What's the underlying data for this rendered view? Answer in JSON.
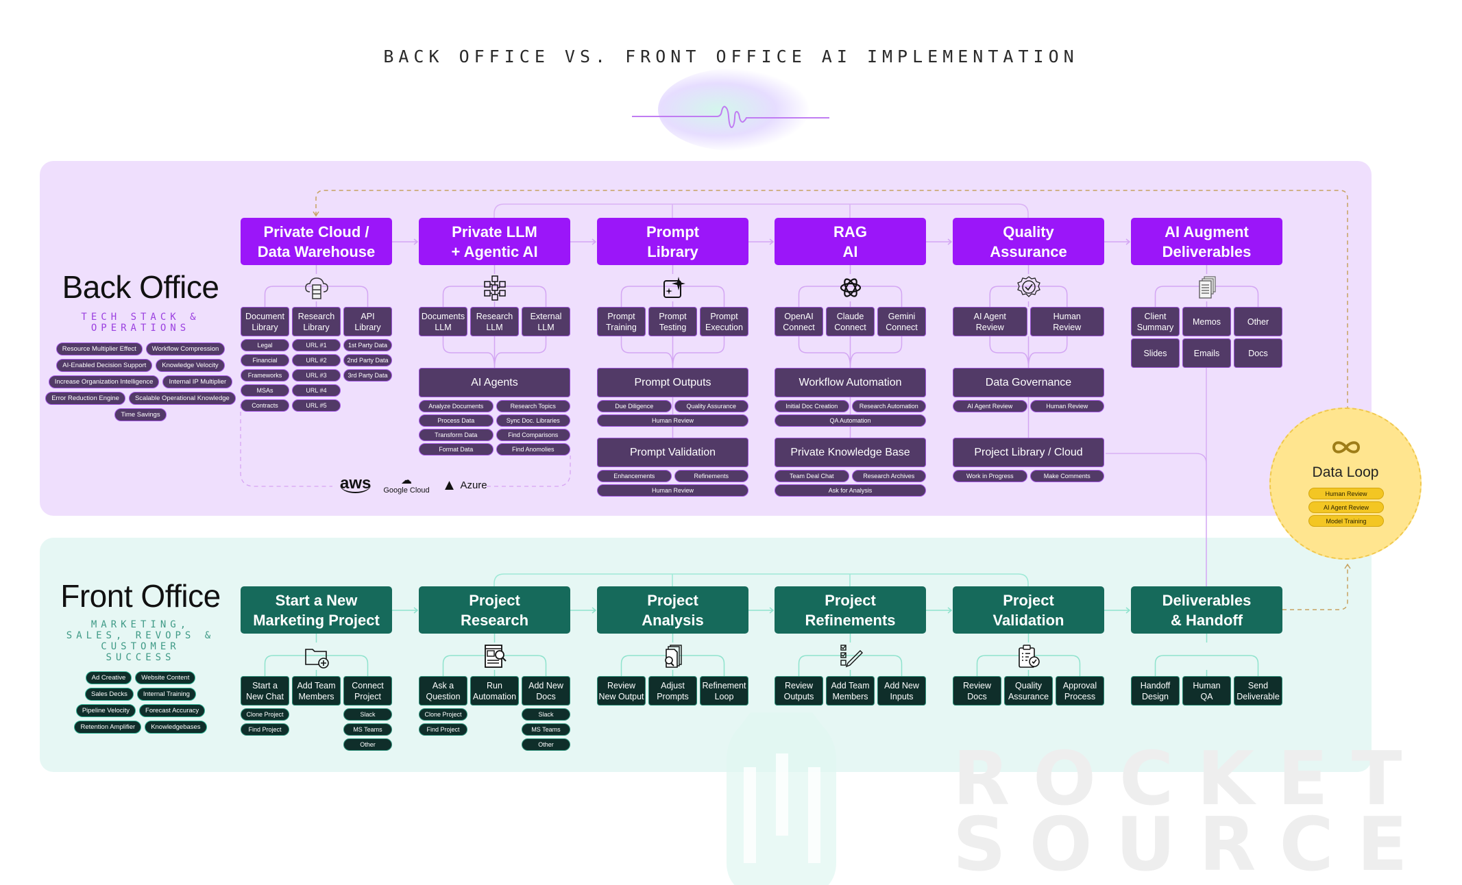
{
  "title": "BACK OFFICE VS. FRONT OFFICE AI IMPLEMENTATION",
  "colors": {
    "back_accent": "#9b16f9",
    "back_dark": "#523a67",
    "back_panel": "#efdffd",
    "front_accent": "#166a5b",
    "front_dark": "#0f2e2a",
    "front_panel": "#e6f7f4",
    "loop_fill": "#ffe58f",
    "loop_pill": "#f3c623"
  },
  "back_office": {
    "title": "Back Office",
    "subtitle_line1": "TECH STACK &",
    "subtitle_line2": "OPERATIONS",
    "tags": [
      "Resource Multiplier Effect",
      "Workflow Compression",
      "AI-Enabled Decision Support",
      "Knowledge Velocity",
      "Increase Organization Intelligence",
      "Internal IP Multiplier",
      "Error Reduction Engine",
      "Scalable Operational Knowledge",
      "Time Savings"
    ],
    "cloud_providers": [
      "aws",
      "Google Cloud",
      "Azure"
    ],
    "columns": [
      {
        "header": "Private Cloud /\nData Warehouse",
        "icon": "cloud-database-icon",
        "subs": [
          {
            "label": "Document\nLibrary",
            "pills": [
              "Legal",
              "Financial",
              "Frameworks",
              "MSAs",
              "Contracts"
            ]
          },
          {
            "label": "Research\nLibrary",
            "pills": [
              "URL #1",
              "URL #2",
              "URL #3",
              "URL #4",
              "URL #5"
            ]
          },
          {
            "label": "API\nLibrary",
            "pills": [
              "1st Party Data",
              "2nd Party Data",
              "3rd Party Data"
            ]
          }
        ]
      },
      {
        "header": "Private LLM\n+ Agentic AI",
        "icon": "network-cubes-icon",
        "subs": [
          {
            "label": "Documents\nLLM"
          },
          {
            "label": "Research\nLLM"
          },
          {
            "label": "External\nLLM"
          }
        ],
        "block1": {
          "title": "AI Agents",
          "pills": [
            "Analyze Documents",
            "Research Topics",
            "Process Data",
            "Sync Doc. Libraries",
            "Transform Data",
            "Find Comparisons",
            "Format Data",
            "Find Anomolies"
          ]
        }
      },
      {
        "header": "Prompt\nLibrary",
        "icon": "sparkle-icon",
        "subs": [
          {
            "label": "Prompt\nTraining"
          },
          {
            "label": "Prompt\nTesting"
          },
          {
            "label": "Prompt\nExecution"
          }
        ],
        "block1": {
          "title": "Prompt Outputs",
          "pills": [
            "Due Diligence",
            "Quality Assurance"
          ],
          "wide_pill": "Human Review"
        },
        "block2": {
          "title": "Prompt Validation",
          "pills": [
            "Enhancements",
            "Refinements"
          ],
          "wide_pill": "Human Review"
        }
      },
      {
        "header": "RAG\nAI",
        "icon": "openai-knot-icon",
        "subs": [
          {
            "label": "OpenAI\nConnect"
          },
          {
            "label": "Claude\nConnect"
          },
          {
            "label": "Gemini\nConnect"
          }
        ],
        "block1": {
          "title": "Workflow Automation",
          "pills": [
            "Initial Doc Creation",
            "Research Automation"
          ],
          "wide_pill": "QA Automation"
        },
        "block2": {
          "title": "Private Knowledge Base",
          "pills": [
            "Team Deal Chat",
            "Research Archives"
          ],
          "wide_pill": "Ask for Analysis"
        }
      },
      {
        "header": "Quality\nAssurance",
        "icon": "verified-badge-icon",
        "subs": [
          {
            "label": "AI Agent\nReview"
          },
          {
            "label": "Human\nReview"
          }
        ],
        "block1": {
          "title": "Data Governance",
          "pills": [
            "AI Agent Review",
            "Human Review"
          ]
        },
        "block2": {
          "title": "Project Library / Cloud",
          "pills": [
            "Work in Progress",
            "Make Comments"
          ]
        }
      },
      {
        "header": "AI Augment\nDeliverables",
        "icon": "documents-icon",
        "subs": [
          {
            "label": "Client\nSummary"
          },
          {
            "label": "Memos"
          },
          {
            "label": "Other"
          },
          {
            "label": "Slides"
          },
          {
            "label": "Emails"
          },
          {
            "label": "Docs"
          }
        ]
      }
    ]
  },
  "data_loop": {
    "title": "Data Loop",
    "icon": "infinity-icon",
    "pills": [
      "Human Review",
      "AI Agent Review",
      "Model Training"
    ]
  },
  "front_office": {
    "title": "Front Office",
    "subtitle_lines": [
      "MARKETING,",
      "SALES, REVOPS &",
      "CUSTOMER",
      "SUCCESS"
    ],
    "tags": [
      "Ad Creative",
      "Website Content",
      "Sales Decks",
      "Internal Training",
      "Pipeline Velocity",
      "Forecast Accuracy",
      "Retention Amplifier",
      "Knowledgebases"
    ],
    "columns": [
      {
        "header": "Start a New\nMarketing Project",
        "icon": "folder-add-icon",
        "subs": [
          {
            "label": "Start a\nNew Chat",
            "pills": [
              "Clone Project",
              "Find Project"
            ]
          },
          {
            "label": "Add Team\nMembers",
            "pills": []
          },
          {
            "label": "Connect\nProject",
            "pills": [
              "Slack",
              "MS Teams",
              "Other"
            ]
          }
        ]
      },
      {
        "header": "Project\nResearch",
        "icon": "web-search-icon",
        "subs": [
          {
            "label": "Ask a\nQuestion",
            "pills": [
              "Clone Project",
              "Find Project"
            ]
          },
          {
            "label": "Run\nAutomation",
            "pills": []
          },
          {
            "label": "Add New\nDocs",
            "pills": [
              "Slack",
              "MS Teams",
              "Other"
            ]
          }
        ]
      },
      {
        "header": "Project\nAnalysis",
        "icon": "document-search-icon",
        "subs": [
          {
            "label": "Review\nNew Output"
          },
          {
            "label": "Adjust\nPrompts"
          },
          {
            "label": "Refinement\nLoop"
          }
        ]
      },
      {
        "header": "Project\nRefinements",
        "icon": "checklist-pencil-icon",
        "subs": [
          {
            "label": "Review\nOutputs"
          },
          {
            "label": "Add Team\nMembers"
          },
          {
            "label": "Add New\nInputs"
          }
        ]
      },
      {
        "header": "Project\nValidation",
        "icon": "clipboard-check-icon",
        "subs": [
          {
            "label": "Review\nDocs"
          },
          {
            "label": "Quality\nAssurance"
          },
          {
            "label": "Approval\nProcess"
          }
        ]
      },
      {
        "header": "Deliverables\n& Handoff",
        "icon": "none",
        "subs": [
          {
            "label": "Handoff\nDesign"
          },
          {
            "label": "Human\nQA"
          },
          {
            "label": "Send\nDeliverable"
          }
        ]
      }
    ]
  },
  "watermark": {
    "line1": "ROCKET",
    "line2": "SOURCE"
  }
}
